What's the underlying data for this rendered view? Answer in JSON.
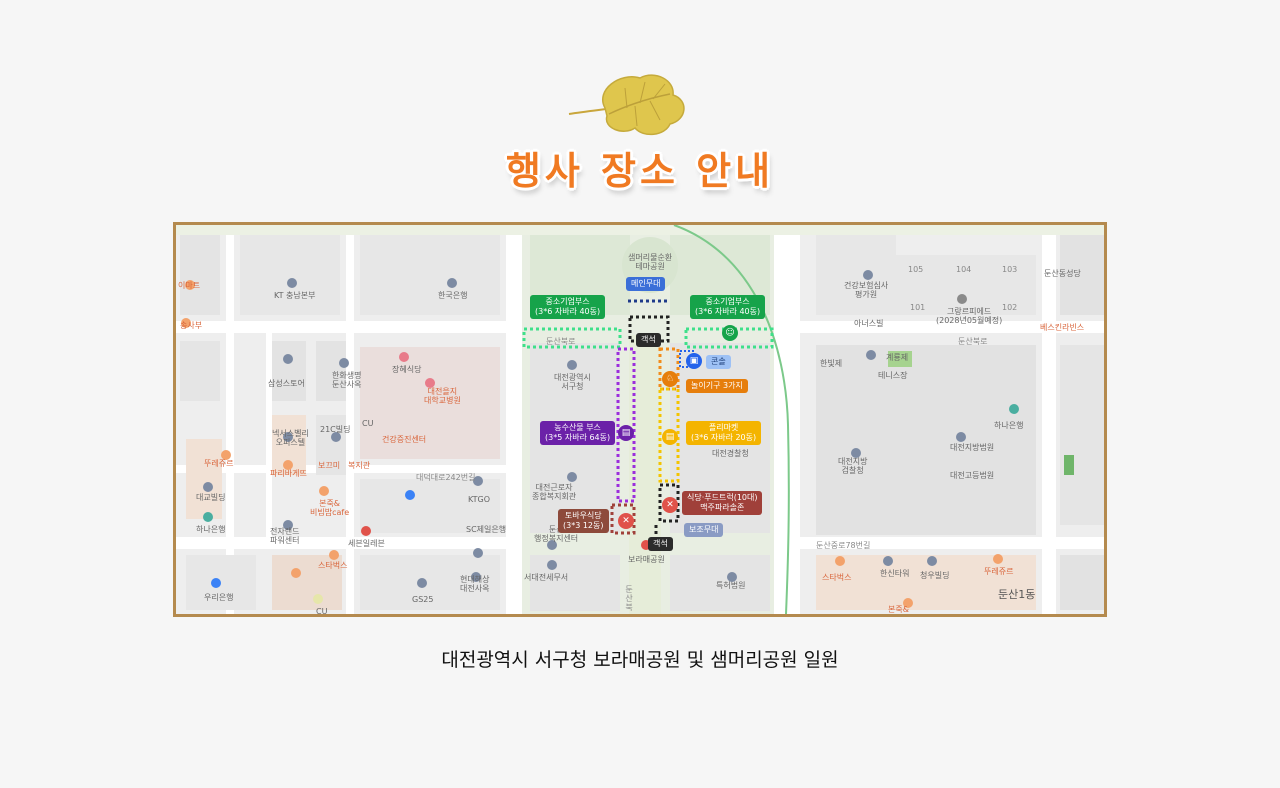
{
  "title": "행사 장소 안내",
  "caption": "대전광역시 서구청 보라매공원 및 샘머리공원 일원",
  "event_tags": {
    "main_stage": "메인무대",
    "sme_left_line1": "중소기업부스",
    "sme_left_line2": "(3*6 자바라 40동)",
    "sme_right_line1": "중소기업부스",
    "sme_right_line2": "(3*6 자바라 40동)",
    "seat_top": "객석",
    "seat_bottom": "객석",
    "toilet": "콘솔",
    "play": "놀이기구 3가지",
    "farm_line1": "농수산물 부스",
    "farm_line2": "(3*5 자바라 64동)",
    "flea_line1": "플리마켓",
    "flea_line2": "(3*6 자바라 20동)",
    "food_line1": "식당·푸드트럭(10대)",
    "food_line2": "맥주파라솔존",
    "tobaewoo_line1": "토바우식당",
    "tobaewoo_line2": "(3*3 12동)",
    "sub_stage": "보조무대"
  },
  "map_labels": {
    "samemeori_line1": "샘머리물순환",
    "samemeori_line2": "테마공원",
    "emart": "이마트",
    "kt": "KT 충남본부",
    "kookmin": "한국은행",
    "geongang_line1": "건강보험심사",
    "geongang_line2": "평가원",
    "dunsan_dong": "둔산동성당",
    "grand_line1": "그랑르피에드",
    "grand_line2": "(2028년05월예정)",
    "anesel": "아너스빌",
    "bestcorner": "베스킨라빈스",
    "songsabu": "송사부",
    "dunsan_bukro_left": "둔산북로",
    "dunsan_bukro_right": "둔산북로",
    "samsung": "삼성스토어",
    "hanilsaeng_line1": "한화생명",
    "hanilsaeng_line2": "둔산사옥",
    "janghyesikdang": "장혜식당",
    "eulji_line1": "대전을지",
    "eulji_line2": "대학교병원",
    "daejeon_seogu_line1": "대전광역시",
    "daejeon_seogu_line2": "서구청",
    "hanbit": "한빛제",
    "gyeryong": "계룡제",
    "tennis": "테니스장",
    "hana_right": "하나은행",
    "nexus_line1": "넥서스벨리",
    "nexus_line2": "오피스텔",
    "building21": "21C빌딩",
    "cu_top": "CU",
    "geongang_center": "건강증진센터",
    "jibang_court": "대전지방법원",
    "jibang_prosecutor_line1": "대전지방",
    "jibang_prosecutor_line2": "검찰청",
    "police": "대전경찰청",
    "goho_court": "대전고등법원",
    "touslesjours": "뚜레쥬르",
    "paris": "파리바게뜨",
    "bokgimi": "보끄미",
    "boksikwan": "복지관",
    "daedeokdaero": "대덕대로242번길",
    "geunro_line1": "대전근로자",
    "geunro_line2": "종합복지회관",
    "daegyo": "대교빌딩",
    "bonjuk_line1": "본죽&",
    "bonjuk_line2": "비빔밥cafe",
    "ktgo": "KTGO",
    "dunsan_welfare_line1": "둔산",
    "dunsan_welfare_line2": "행정복지센터",
    "hana_left": "하나은행",
    "jeonja_line1": "전자랜드",
    "jeonja_line2": "파워센터",
    "seven": "세븐일레븐",
    "sc": "SC제일은행",
    "starbucks_left": "스타벅스",
    "boramae": "보라매공원",
    "fourth_court": "특허법원",
    "dunsan_jungro": "둔산중로78번길",
    "starbucks_right": "스타벅스",
    "ilsin": "한신타워",
    "cheongwoo": "청우빌딩",
    "touslesjours2": "뚜레쥬르",
    "uri": "우리은행",
    "gs25": "GS25",
    "cu_bottom": "CU",
    "hyundai_line1": "현대해상",
    "hyundai_line2": "대전사옥",
    "seodaejeon": "서대전세무서",
    "bonjuk2": "본죽&",
    "dunsan1dong": "둔산1동",
    "bldg105": "105",
    "bldg104": "104",
    "bldg103": "103",
    "bldg101": "101",
    "bldg102": "102",
    "dunsan_bukro_vertical": "둔산북로"
  },
  "colors": {
    "title": "#f07a22",
    "frame": "#b48a4e",
    "sme_green": "#16a34a",
    "farm_purple": "#6b21a8",
    "play_orange": "#e67e0c",
    "flea_yellow": "#f4b400",
    "food_maroon": "#a0403a",
    "stage_blue": "#3b6fd8"
  }
}
